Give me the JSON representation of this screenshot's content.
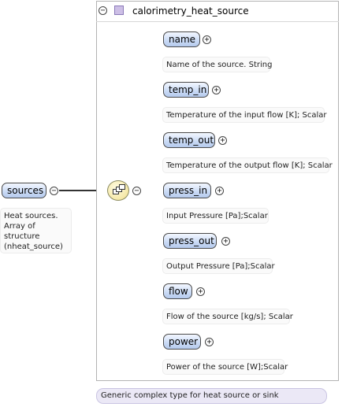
{
  "type_box": {
    "title": "calorimetry_heat_source",
    "collapse_symbol": "−",
    "description": "Generic complex type for heat source or sink"
  },
  "root": {
    "name": "sources",
    "description": "Heat sources.\nArray of\nstructure\n(nheat_source)",
    "collapse_symbol": "−"
  },
  "sequence": {
    "collapse_symbol": "−"
  },
  "children": [
    {
      "name": "name",
      "description": "Name of the source. String",
      "expand_symbol": "+"
    },
    {
      "name": "temp_in",
      "description": "Temperature of the input flow [K]; Scalar",
      "expand_symbol": "+"
    },
    {
      "name": "temp_out",
      "description": "Temperature of the output flow [K]; Scalar",
      "expand_symbol": "+"
    },
    {
      "name": "press_in",
      "description": "Input Pressure [Pa];Scalar",
      "expand_symbol": "+"
    },
    {
      "name": "press_out",
      "description": "Output Pressure [Pa];Scalar",
      "expand_symbol": "+"
    },
    {
      "name": "flow",
      "description": "Flow of the source [kg/s]; Scalar",
      "expand_symbol": "+"
    },
    {
      "name": "power",
      "description": "Power of the source [W];Scalar",
      "expand_symbol": "+"
    }
  ]
}
